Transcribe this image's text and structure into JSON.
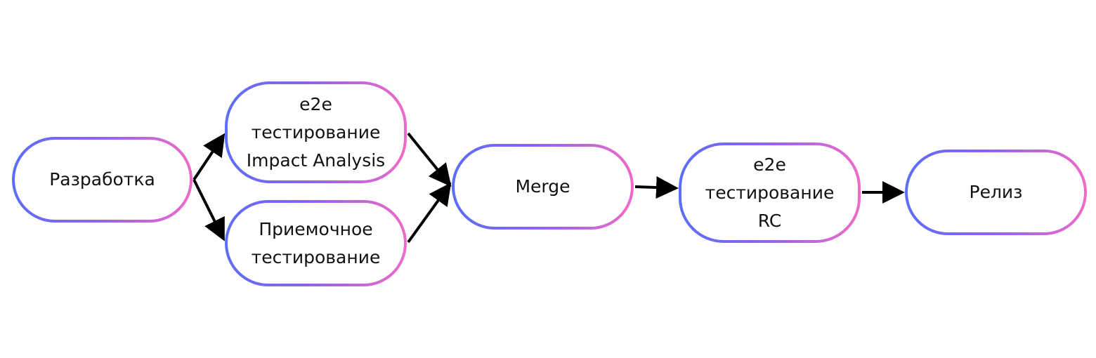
{
  "diagram": {
    "nodes": {
      "dev": {
        "lines": [
          "Разработка"
        ]
      },
      "e2e_ia": {
        "lines": [
          "e2e",
          "тестирование",
          "Impact Analysis"
        ]
      },
      "accept": {
        "lines": [
          "Приемочное",
          "тестирование"
        ]
      },
      "merge": {
        "lines": [
          "Merge"
        ]
      },
      "e2e_rc": {
        "lines": [
          "e2e",
          "тестирование",
          "RC"
        ]
      },
      "release": {
        "lines": [
          "Релиз"
        ]
      }
    },
    "edges": [
      {
        "from": "dev",
        "to": "e2e_ia"
      },
      {
        "from": "dev",
        "to": "accept"
      },
      {
        "from": "e2e_ia",
        "to": "merge"
      },
      {
        "from": "accept",
        "to": "merge"
      },
      {
        "from": "merge",
        "to": "e2e_rc"
      },
      {
        "from": "e2e_rc",
        "to": "release"
      }
    ],
    "colors": {
      "border_start": "#5b6ef7",
      "border_end": "#f06ac7",
      "arrow": "#000000",
      "text": "#111111"
    }
  }
}
